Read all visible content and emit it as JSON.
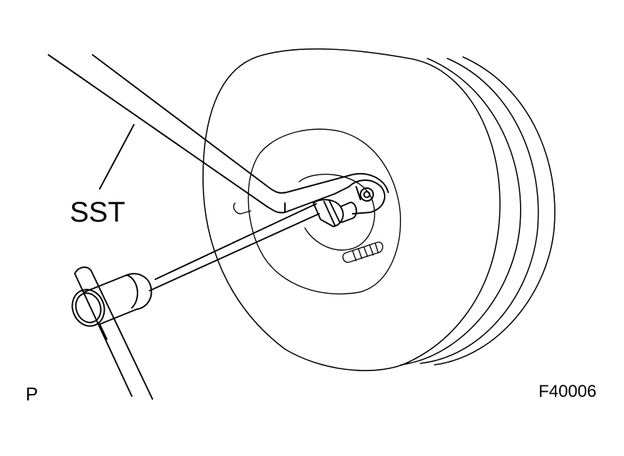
{
  "figure": {
    "callout_label": "SST",
    "corner_mark": "P",
    "figure_code": "F40006"
  },
  "colors": {
    "line": "#000000",
    "background": "#ffffff"
  },
  "parts": [
    "torque-converter",
    "flywheel-hub",
    "sst-holding-tool",
    "bolt-socket",
    "extension-bar",
    "t-handle",
    "stud-bolt"
  ]
}
